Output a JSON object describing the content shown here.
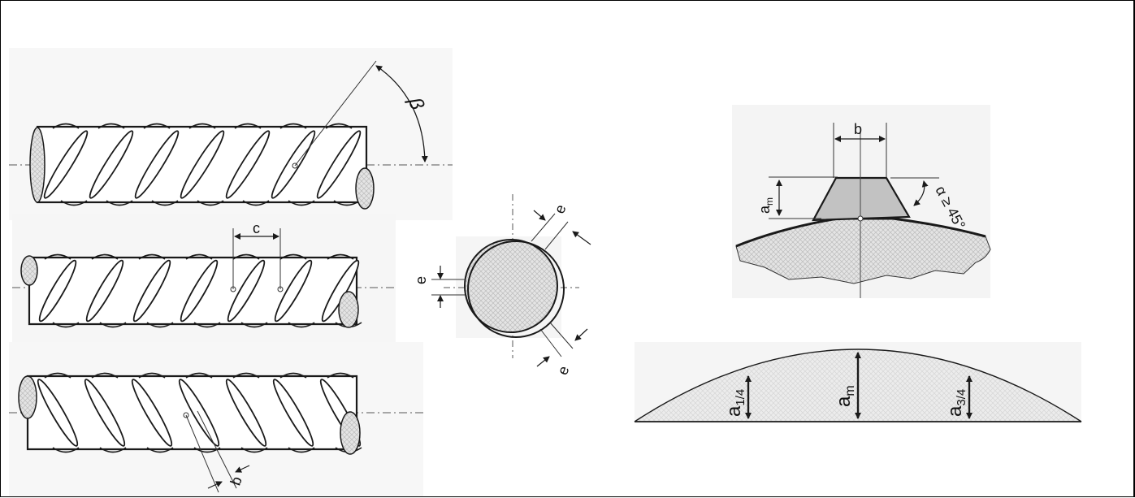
{
  "labels": {
    "beta": "β",
    "c": "c",
    "b_rib_spacing": "b",
    "e_gap": "e",
    "e_upper": "e",
    "e_lower": "e",
    "b": "b",
    "a_m_top": "a",
    "a_m_top_sub": "m",
    "alpha": "α ≥ 45°",
    "a_m": "a",
    "a_m_sub": "m",
    "a_14": "a",
    "a_14_sub": "1/4",
    "a_34": "a",
    "a_34_sub": "3/4"
  },
  "colors": {
    "line": "#1a1a1a",
    "hatch_fill": "#d9d9d9",
    "panel_bg": "#f4f4f4",
    "rib_fill": "#bdbdbd"
  }
}
